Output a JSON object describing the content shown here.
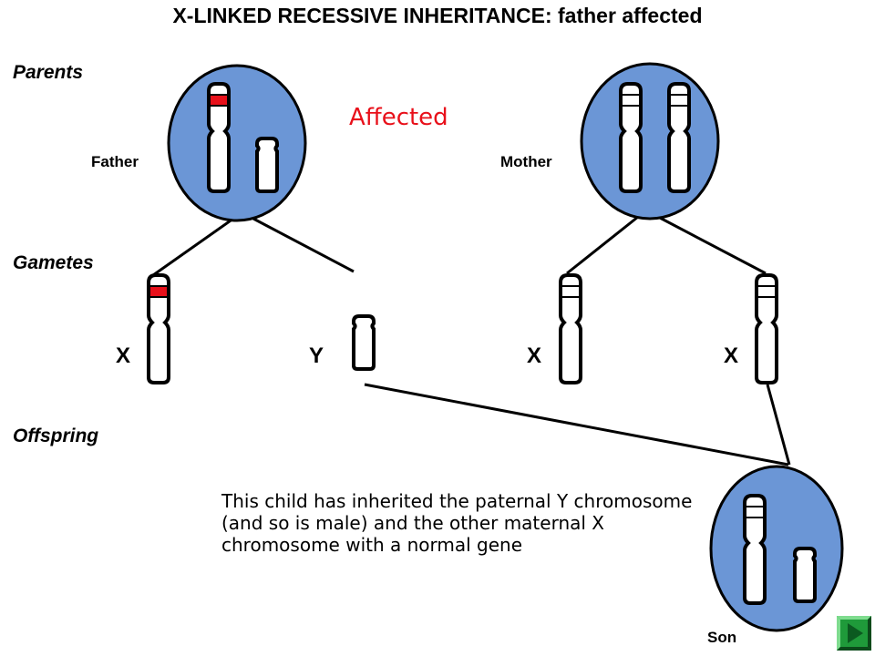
{
  "title": "X-LINKED RECESSIVE INHERITANCE: father affected",
  "sections": {
    "parents": "Parents",
    "gametes": "Gametes",
    "offspring": "Offspring"
  },
  "people": {
    "father": "Father",
    "mother": "Mother",
    "son": "Son"
  },
  "affected_label": "Affected",
  "gamete_labels": {
    "father_x": "X",
    "father_y": "Y",
    "mother_x1": "X",
    "mother_x2": "X"
  },
  "explanation": "This child has inherited the paternal Y chromosome (and so is male) and the other maternal X chromosome with a normal gene",
  "colors": {
    "cell_fill": "#6b96d6",
    "affected_band": "#e8101a",
    "normal_band": "#ffffff",
    "nav_green": "#1f9a3a"
  },
  "nav": {
    "icon": "play-next-icon"
  }
}
